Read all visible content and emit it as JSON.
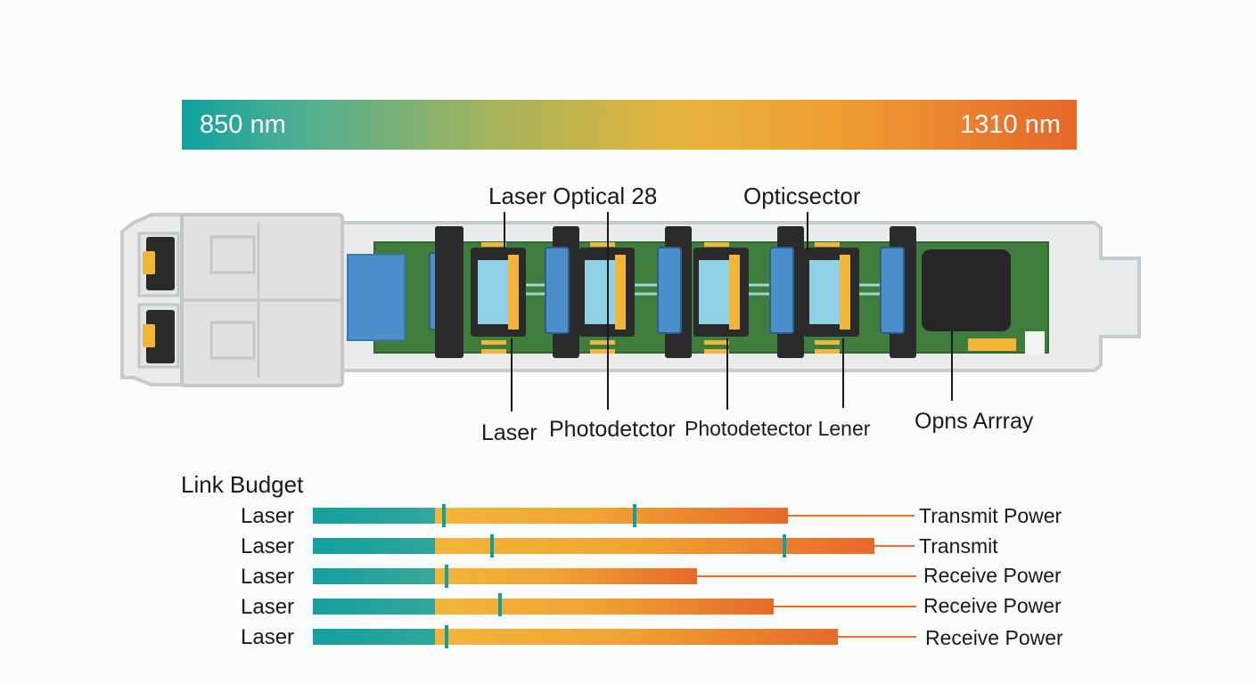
{
  "wavelength_bar": {
    "start_label": "850 nm",
    "end_label": "1310 nm"
  },
  "module": {
    "top_labels": [
      "Laser Optical 28",
      "Opticsector"
    ],
    "bottom_labels": [
      "Laser",
      "Photodetctor",
      "Photodetector Lener",
      "Opns Arrray"
    ]
  },
  "link_budget": {
    "title": "Link Budget",
    "rows": [
      {
        "label": "Laser",
        "end_label": "Transmit Power"
      },
      {
        "label": "Laser",
        "end_label": "Transmit"
      },
      {
        "label": "Laser",
        "end_label": "Receive Power"
      },
      {
        "label": "Laser",
        "end_label": "Receive Power"
      },
      {
        "label": "Laser",
        "end_label": "Receive Power"
      }
    ]
  },
  "colors": {
    "teal": "#12a0a0",
    "amber": "#f1b63a",
    "orange": "#e66a2a",
    "pcb_green": "#3f7d3c",
    "shell_grey": "#d9dbdc"
  }
}
